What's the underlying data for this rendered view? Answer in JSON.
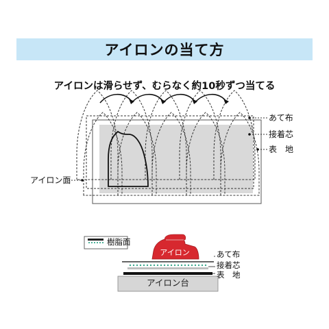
{
  "title": "アイロンの当て方",
  "instruction": "アイロンは滑らせず、むらなく約10秒ずつ当てる",
  "top_diagram": {
    "layers": {
      "pressing_cloth": "あて布",
      "interfacing": "接着芯",
      "fabric": "表　地"
    },
    "iron_surface_label": "アイロン面"
  },
  "bottom_diagram": {
    "legend_label": "樹脂面",
    "iron_label": "アイロン",
    "board_label": "アイロン台",
    "layers": {
      "pressing_cloth": "あて布",
      "interfacing": "接着芯",
      "fabric": "表　地"
    }
  },
  "colors": {
    "title_bg": "#c7e6f7",
    "interfacing_gray": "#d9d9d9",
    "iron_red": "#d7282f",
    "resin_dots": "#3aa88c",
    "board_gray": "#d6d6d6"
  }
}
